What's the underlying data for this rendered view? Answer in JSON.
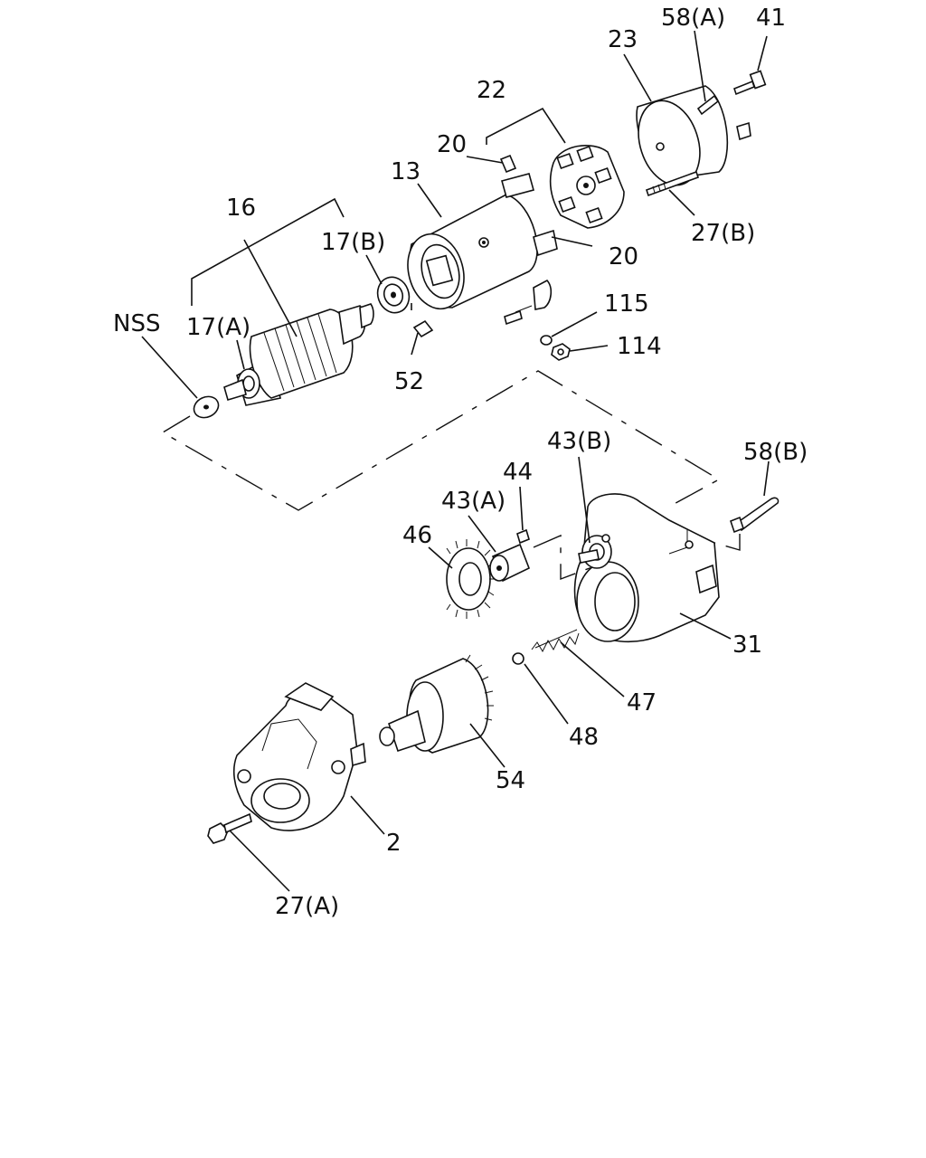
{
  "diagram": {
    "labels": {
      "l16": "16",
      "l17a": "17(A)",
      "l17b": "17(B)",
      "lnss": "NSS",
      "l52": "52",
      "l13": "13",
      "l20a": "20",
      "l20b": "20",
      "l22": "22",
      "l23": "23",
      "l58a": "58(A)",
      "l41": "41",
      "l27b": "27(B)",
      "l115": "115",
      "l114": "114",
      "l43b": "43(B)",
      "l44": "44",
      "l43a": "43(A)",
      "l46": "46",
      "l58b": "58(B)",
      "l31": "31",
      "l47": "47",
      "l48": "48",
      "l54": "54",
      "l2": "2",
      "l27a": "27(A)"
    }
  }
}
